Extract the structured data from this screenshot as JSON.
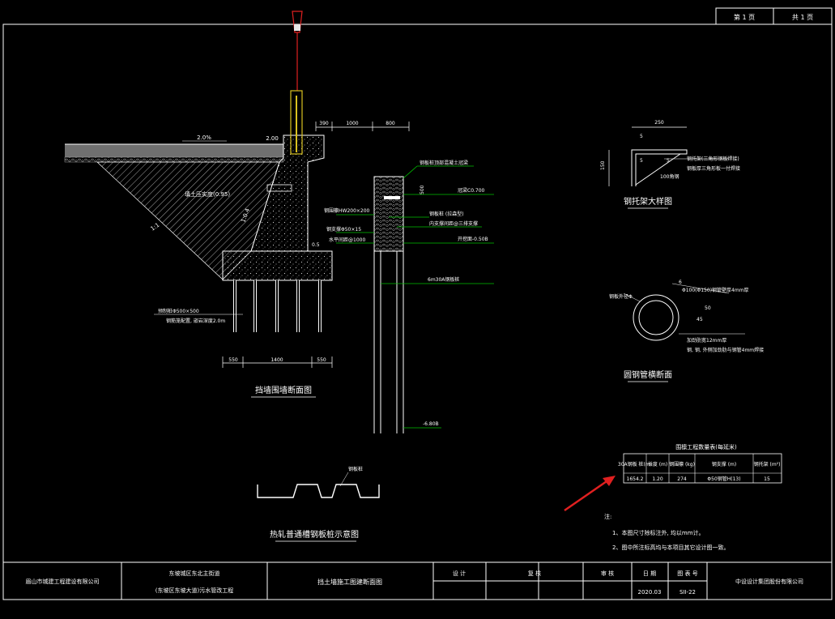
{
  "header": {
    "page": "第 1 页",
    "total": "共 1 页"
  },
  "main_section": {
    "title": "挡墙围墙断面图",
    "dim_top": [
      "390",
      "1000",
      "800"
    ],
    "dim_bottom": [
      "550",
      "1400",
      "550"
    ],
    "slope_left": "2.0%",
    "top_dim": "2.00",
    "fill_label": "填土压实度(0.95)",
    "slope_ratio": "1:0.4",
    "slope_label": "1:1",
    "pile_label": "预制桩Φ500×500",
    "pile_note": "钢筋笼配置, 嵌岩深度2.0m",
    "elev_note": "0.5"
  },
  "sheet_pile": {
    "labels": [
      "钢板桩顶部混凝土冠梁",
      "冠梁C0.700",
      "钢围檩HW200×200",
      "钢支撑Φ50×15",
      "水平间距@1000",
      "钢板桩 (拉森型)",
      "内支撑间距@三排支撑",
      "开挖面-0.50B"
    ],
    "dim": "500",
    "length_label": "6m30A钢板桩",
    "bottom_elev": "-6.80B"
  },
  "bracket_detail": {
    "title": "钢托架大样图",
    "dim_w": "250",
    "dim_h": "150",
    "dims": [
      "5",
      "5",
      "5"
    ],
    "labels": [
      "钢托架(三角形钢板焊接)",
      "钢板厚三角形板一付焊接",
      "100角钢"
    ]
  },
  "pipe_detail": {
    "title": "圆钢管横断面",
    "labels": [
      "钢板外径Φ",
      "Φ100(Φ150)钢管壁厚4mm厚",
      "加劲肋宽12mm厚",
      "钢, 钢, 外侧加劲肋与钢管4mm焊接"
    ],
    "dims": [
      "6",
      "50",
      "45"
    ]
  },
  "table": {
    "title": "围檩工程数量表(每延米)",
    "headers": [
      "30A钢板\n桩(m)",
      "长度\n(m)",
      "钢围檩\n(kg)",
      "钢支撑\n(m)",
      "钢托架\n(m²)"
    ],
    "row": [
      "1654.2",
      "1.20",
      "274",
      "Φ50钢管H(13)",
      "15"
    ]
  },
  "section_detail": {
    "title": "热轧普通槽钢板桩示意图",
    "label": "钢板桩"
  },
  "notes": {
    "heading": "注:",
    "items": [
      "1、本图尺寸除标注外, 均以mm计。",
      "2、图中所注标高均与本项目其它设计图一致。"
    ]
  },
  "title_block": {
    "company": "眉山市城建工程建设有限公司",
    "project_line1": "东坡城区东北主街道",
    "project_line2": "(东坡区东坡大道)污水管改工程",
    "drawing_name": "挡土墙施工图建断面图",
    "design": "设 计",
    "check": "复 核",
    "review": "审 核",
    "date_label": "日 期",
    "date": "2020.03",
    "sheet_label": "图 表 号",
    "sheet": "SII-22",
    "designer_company": "中设设计集团股份有限公司"
  },
  "colors": {
    "line": "#ffffff",
    "leader": "#00c000",
    "crane": "#e02020",
    "gauge": "#d8c020",
    "arrow": "#e02020"
  }
}
